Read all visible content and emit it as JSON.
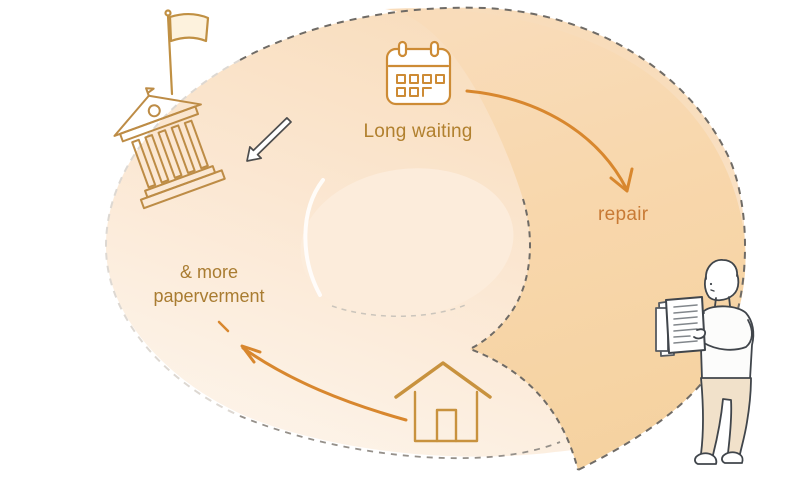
{
  "illustration": {
    "title": "bureaucracy-repair-cycle-illustration",
    "labels": {
      "long_waiting": "Long waiting",
      "repair": "repair",
      "paperwork_line1": "& more",
      "paperwork_line2": "paperverment"
    },
    "icons": [
      "flag-icon",
      "bank-building-icon",
      "cursor-arrow-icon",
      "calendar-icon",
      "house-icon",
      "person-holding-documents",
      "curved-arrow-calendar-to-repair",
      "curved-arrow-house-to-paperwork"
    ],
    "colors": {
      "background": "#ffffff",
      "outline_orange": "#c4883b",
      "arrow_orange": "#d8872e",
      "label_brown": "#b1802e",
      "repair_orange": "#c87a35",
      "paperwork_brown": "#a97c31",
      "blob_light": "#fdf4ea",
      "blob_top": "#f8dcba",
      "crescent_fill": "#f7d6aa",
      "inner_hole": "#fcecdb",
      "dash_dark": "#6f6b66",
      "dash_light": "#ddd8d2",
      "person_outline": "#40454b"
    }
  }
}
